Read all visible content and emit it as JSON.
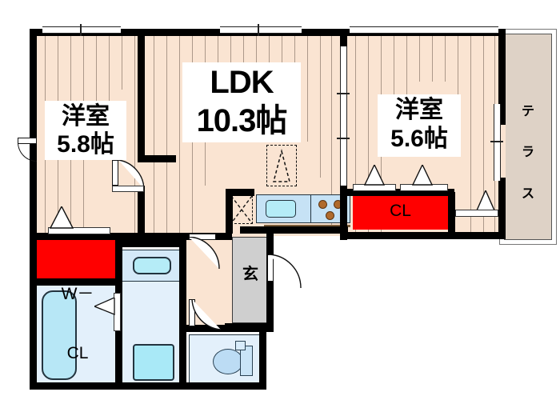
{
  "plan": {
    "type": "floor-plan",
    "layout_code": "2LDK",
    "rooms": [
      {
        "id": "washitsu-left",
        "name": "洋室",
        "size": "5.8帖",
        "label_lines": [
          "洋室",
          "5.8帖"
        ]
      },
      {
        "id": "ldk",
        "name": "LDK",
        "size": "10.3帖",
        "label_lines": [
          "LDK",
          "10.3帖"
        ]
      },
      {
        "id": "washitsu-right",
        "name": "洋室",
        "size": "5.6帖",
        "label_lines": [
          "洋室",
          "5.6帖"
        ]
      }
    ],
    "labels": {
      "ldk_title": "LDK",
      "ldk_size": "10.3帖",
      "room_left_title": "洋室",
      "room_left_size": "5.8帖",
      "room_right_title": "洋室",
      "room_right_size": "5.6帖",
      "closet_right": "CL",
      "walk_in_closet": "W－\nCL",
      "walk_in_closet_line1": "W－",
      "walk_in_closet_line2": "CL",
      "entrance": "玄",
      "terrace": "テ\nラ\nス",
      "terrace_c1": "テ",
      "terrace_c2": "ラ",
      "terrace_c3": "ス"
    },
    "fixtures": [
      {
        "id": "kitchen-sink",
        "name": "kitchen-sink"
      },
      {
        "id": "kitchen-stove",
        "name": "gas-stove-3-burner",
        "burners": 3
      },
      {
        "id": "bathtub",
        "name": "bathtub"
      },
      {
        "id": "washbasin",
        "name": "wash-basin"
      },
      {
        "id": "washer-pan",
        "name": "washing-machine-pan"
      },
      {
        "id": "toilet",
        "name": "toilet"
      }
    ],
    "colors": {
      "wall": "#000000",
      "room_floor": "#fae4d2",
      "closet_red": "#ff0000",
      "terrace": "#ded2c6",
      "genkan": "#cfcfcf",
      "water_area": "#e3f0fb",
      "kitchen": "#c6e2f5",
      "background": "#ffffff"
    }
  }
}
